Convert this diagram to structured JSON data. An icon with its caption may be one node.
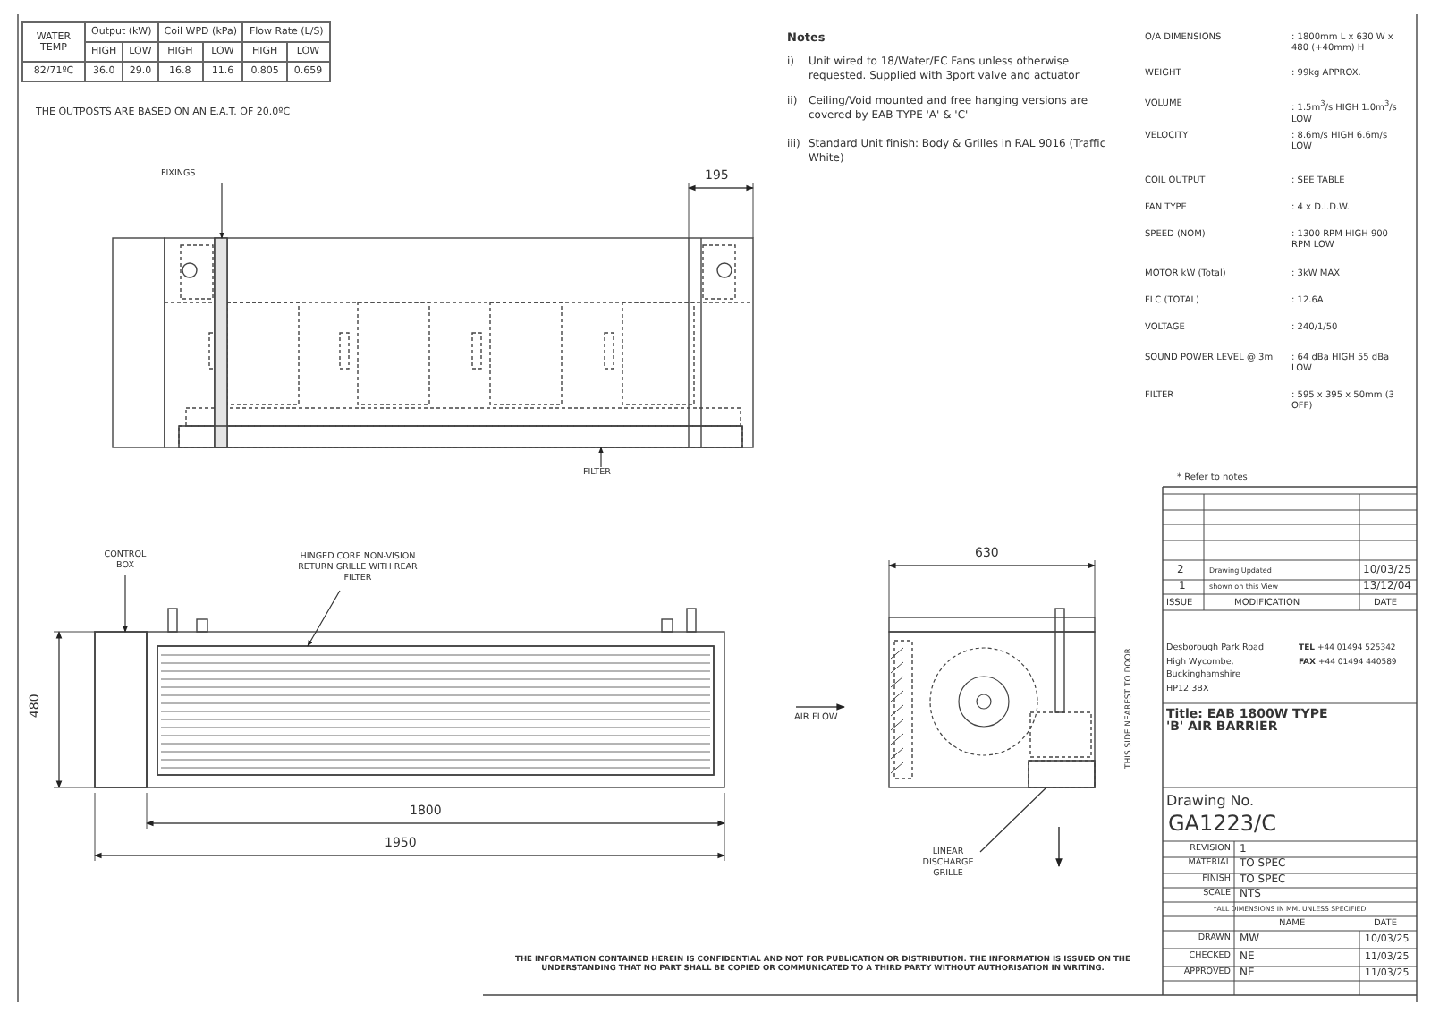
{
  "diagram": {
    "nodes": [
      {
        "text": [
          "FIXINGS"
        ]
      },
      {
        "text": [
          "FILTER"
        ]
      },
      {
        "text": [
          "CONTROL BOX"
        ]
      },
      {
        "text": [
          "HINGED CORE NON-VISION RETURN GRILLE WITH REAR FILTER"
        ]
      },
      {
        "text": [
          "LINEAR DISCHARGE GRILLE"
        ]
      },
      {
        "text": [],
        "shape": "bar"
      },
      {
        "text": [],
        "shape": "box"
      },
      {
        "text": [],
        "shape": "box"
      },
      {
        "text": [],
        "shape": "box"
      },
      {
        "text": [],
        "shape": "box"
      }
    ],
    "edges": [
      {
        "from": 0,
        "to": 5,
        "arrow": "to"
      },
      {
        "from": 1,
        "to": 6,
        "arrow": "to"
      },
      {
        "from": 2,
        "to": 7,
        "arrow": "to"
      },
      {
        "from": 3,
        "to": 8,
        "arrow": "to"
      },
      {
        "from": 4,
        "to": 9,
        "arrow": "none"
      }
    ],
    "labels": [
      "WATER TEMP",
      "Output (kW)",
      "Coil WPD (kPa)",
      "Flow Rate (L/S)",
      "HIGH",
      "LOW",
      "HIGH",
      "LOW",
      "HIGH",
      "LOW",
      "82/71ºC",
      "36.0",
      "29.0",
      "16.8",
      "11.6",
      "0.805",
      "0.659",
      "THE OUTPOSTS ARE BASED ON AN E.A.T. OF 20.0ºC",
      "Notes",
      "i)",
      "Unit wired to 18/Water/EC Fans unless otherwise requested. Supplied with 3port valve and actuator",
      "ii)",
      "Ceiling/Void mounted and free hanging versions are covered by EAB TYPE 'A' & 'C'",
      "iii)",
      "Standard Unit finish: Body & Grilles in RAL 9016 (Traffic White)",
      "O/A DIMENSIONS",
      ": 1800mm L x 630 W x 480 (+40mm) H",
      "WEIGHT",
      ": 99kg APPROX.",
      "VOLUME",
      ": 1.5m$^{3}$/s HIGH 1.0m$^{3}$/s LOW",
      "VELOCITY",
      ": 8.6m/s HIGH 6.6m/s LOW",
      "COIL OUTPUT",
      ": SEE TABLE",
      "FAN TYPE",
      ": 4 x D.I.D.W.",
      "SPEED (NOM)",
      ": 1300 RPM HIGH 900 RPM LOW",
      "MOTOR kW (Total)",
      ": 3kW MAX",
      "FLC (TOTAL)",
      ": 12.6A",
      "VOLTAGE",
      ": 240/1/50",
      "SOUND POWER LEVEL @ 3m",
      ": 64 dBa HIGH 55 dBa LOW",
      "FILTER",
      ": 595 x 395 x 50mm (3 OFF)",
      "195",
      "480",
      "1800",
      "1950",
      "630",
      "AIR FLOW",
      "THIS SIDE NEAREST TO DOOR",
      "* Refer to notes",
      "2",
      "Drawing Updated",
      "10/03/25",
      "1",
      "shown on this View",
      "13/12/04",
      "ISSUE",
      "MODIFICATION",
      "DATE",
      "Desborough Park Road",
      "High Wycombe,",
      "Buckinghamshire",
      "HP12 3BX",
      "**TEL** +44 01494 525342",
      "**FAX** +44 01494 440589",
      "Title: EAB 1800W TYPE 'B' AIR BARRIER",
      "Drawing No.",
      "GA1223/C",
      "REVISION",
      "1",
      "MATERIAL",
      "TO SPEC",
      "FINISH",
      "TO SPEC",
      "SCALE",
      "NTS",
      "*ALL DIMENSIONS IN MM. UNLESS SPECIFIED",
      "NAME",
      "DATE",
      "DRAWN",
      "MW",
      "10/03/25",
      "CHECKED",
      "NE",
      "11/03/25",
      "APPROVED",
      "NE",
      "11/03/25",
      "THE INFORMATION CONTAINED HEREIN IS CONFIDENTIAL AND NOT FOR PUBLICATION OR DISTRIBUTION. THE INFORMATION IS ISSUED ON THE UNDERSTANDING THAT NO PART SHALL BE COPIED OR COMMUNICATED TO A THIRD PARTY WITHOUT AUTHORISATION IN WRITING."
    ]
  }
}
